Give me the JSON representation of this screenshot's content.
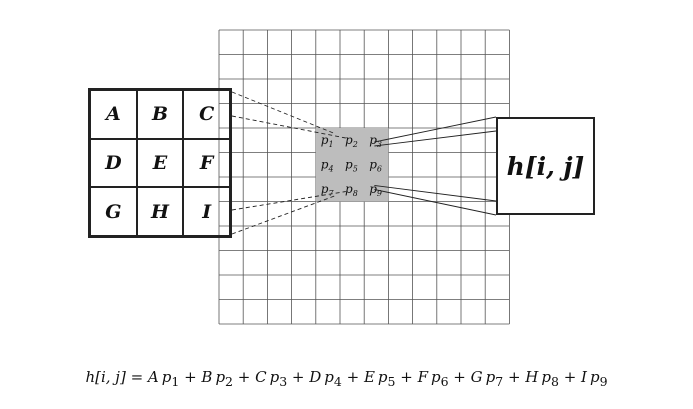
{
  "kernel": {
    "cells": [
      "A",
      "B",
      "C",
      "D",
      "E",
      "F",
      "G",
      "H",
      "I"
    ]
  },
  "patch": {
    "cells": [
      {
        "base": "p",
        "sub": "1"
      },
      {
        "base": "p",
        "sub": "2"
      },
      {
        "base": "p",
        "sub": "3"
      },
      {
        "base": "p",
        "sub": "4"
      },
      {
        "base": "p",
        "sub": "5"
      },
      {
        "base": "p",
        "sub": "6"
      },
      {
        "base": "p",
        "sub": "7"
      },
      {
        "base": "p",
        "sub": "8"
      },
      {
        "base": "p",
        "sub": "9"
      }
    ]
  },
  "output": {
    "label": "h[i, j]"
  },
  "formula": {
    "lhs": "h[i, j]",
    "terms": [
      {
        "coef": "A",
        "p": "p",
        "sub": "1"
      },
      {
        "coef": "B",
        "p": "p",
        "sub": "2"
      },
      {
        "coef": "C",
        "p": "p",
        "sub": "3"
      },
      {
        "coef": "D",
        "p": "p",
        "sub": "4"
      },
      {
        "coef": "E",
        "p": "p",
        "sub": "5"
      },
      {
        "coef": "F",
        "p": "p",
        "sub": "6"
      },
      {
        "coef": "G",
        "p": "p",
        "sub": "7"
      },
      {
        "coef": "H",
        "p": "p",
        "sub": "8"
      },
      {
        "coef": "I",
        "p": "p",
        "sub": "9"
      }
    ]
  },
  "colors": {
    "grid": "#555555",
    "patch_fill": "#bdbdbd",
    "ink": "#222222"
  }
}
